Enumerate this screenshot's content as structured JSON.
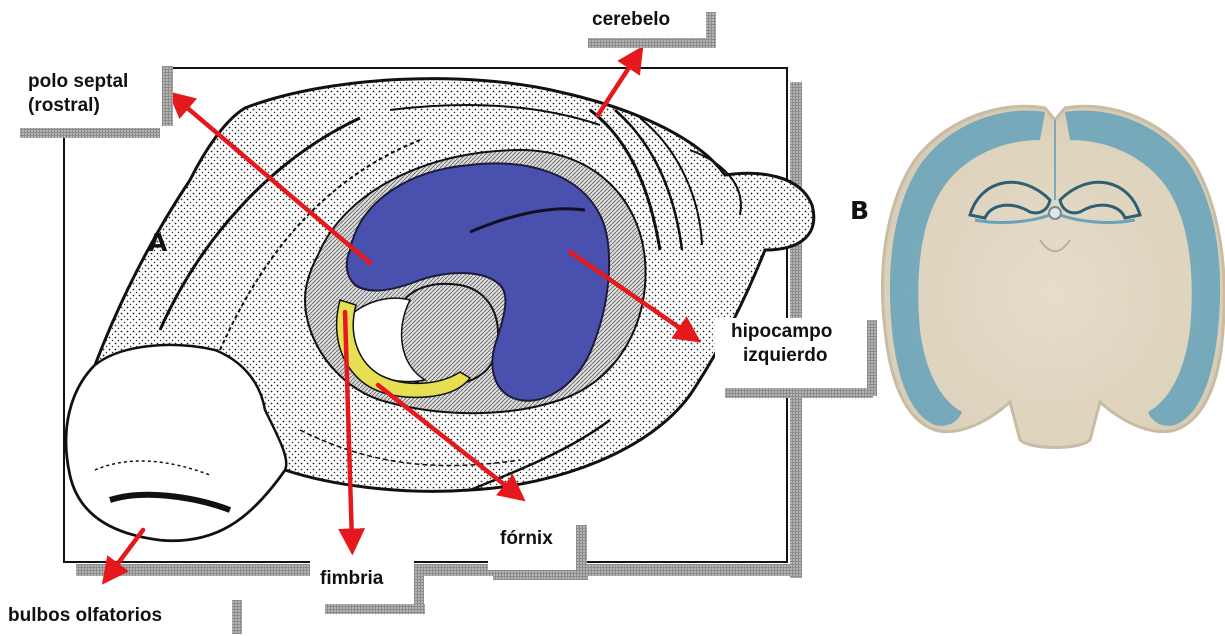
{
  "panels": {
    "a": "A",
    "b": "B"
  },
  "labels": {
    "cerebelo": "cerebelo",
    "polo_septal_line1": "polo septal",
    "polo_septal_line2": "(rostral)",
    "hipocampo_line1": "hipocampo",
    "hipocampo_line2": "izquierdo",
    "fornix": "fórnix",
    "fimbria": "fimbria",
    "bulbos": "bulbos olfatorios"
  },
  "colors": {
    "arrow": "#e5191d",
    "hippocampus": "#4a50ae",
    "fimbria": "#e6df52",
    "frame_shadow": "#a8a8a8",
    "brain_stain": "#5d9fb9",
    "brain_tissue": "#e2d8c5"
  }
}
